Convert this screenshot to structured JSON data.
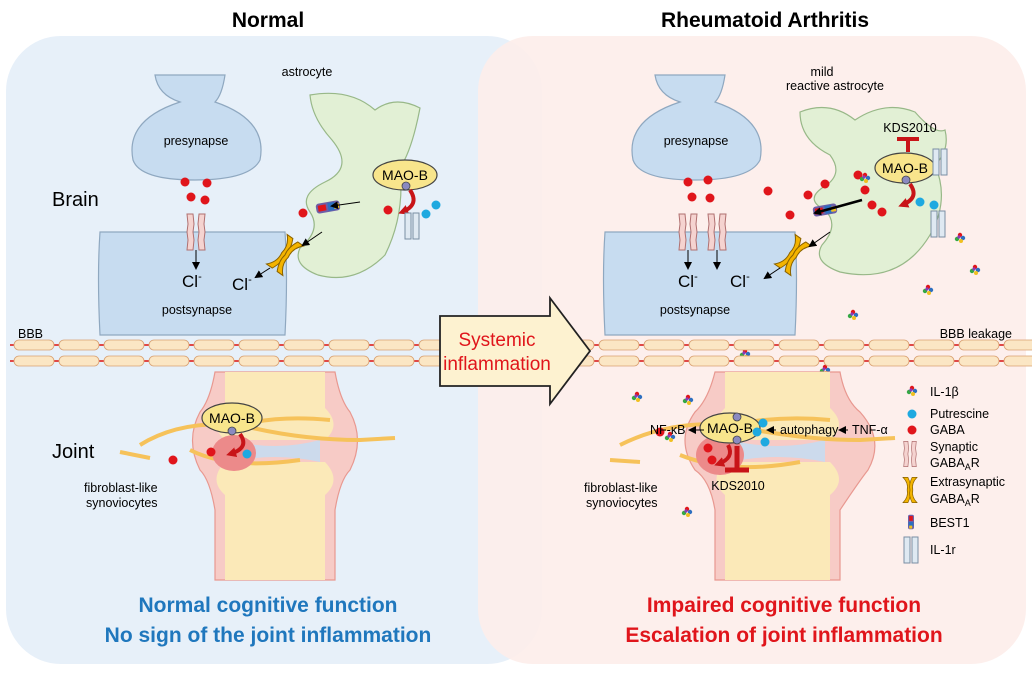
{
  "titles": {
    "normal": "Normal",
    "ra": "Rheumatoid Arthritis"
  },
  "labels": {
    "astrocyte": "astrocyte",
    "mild_reactive_1": "mild",
    "mild_reactive_2": "reactive astrocyte",
    "presynapse": "presynapse",
    "postsynapse": "postsynapse",
    "brain": "Brain",
    "joint": "Joint",
    "mao_b": "MAO-B",
    "kds2010": "KDS2010",
    "cl": "Cl",
    "cl_sup": "-",
    "bbb": "BBB",
    "bbb_leakage": "BBB leakage",
    "fls_1": "fibroblast-like",
    "fls_2": "synoviocytes",
    "nfkb": "NF-κB",
    "autophagy": "autophagy",
    "tnfa": "TNF-α"
  },
  "arrow": {
    "line1": "Systemic",
    "line2": "inflammation"
  },
  "legend": {
    "il1b": "IL-1β",
    "putrescine": "Putrescine",
    "gaba": "GABA",
    "synaptic_1": "Synaptic",
    "synaptic_2": "GABA",
    "synaptic_sub": "A",
    "synaptic_r": "R",
    "extra_1": "Extrasynaptic",
    "extra_2": "GABA",
    "extra_sub": "A",
    "extra_r": "R",
    "best1": "BEST1",
    "il1r": "IL-1r"
  },
  "bottom": {
    "normal_1": "Normal cognitive function",
    "normal_2": "No sign of the joint inflammation",
    "ra_1": "Impaired cognitive function",
    "ra_2": "Escalation of joint inflammation"
  },
  "colors": {
    "normal_panel": "#e7f0f9",
    "ra_panel": "#fdeeea",
    "neuron": "#c7dcf0",
    "astrocyte": "#e2f0d5",
    "gaba": "#e0151b",
    "putrescine": "#1ea9e0",
    "mao_b": "#f8e58c",
    "bbb_cell": "#fbe6c4",
    "bone": "#fbe9b8",
    "synaptic_receptor": "#f5d3d0",
    "extrasynaptic_receptor": "#f4b400",
    "blue_text": "#1f77bd",
    "red_text": "#e0151b"
  }
}
